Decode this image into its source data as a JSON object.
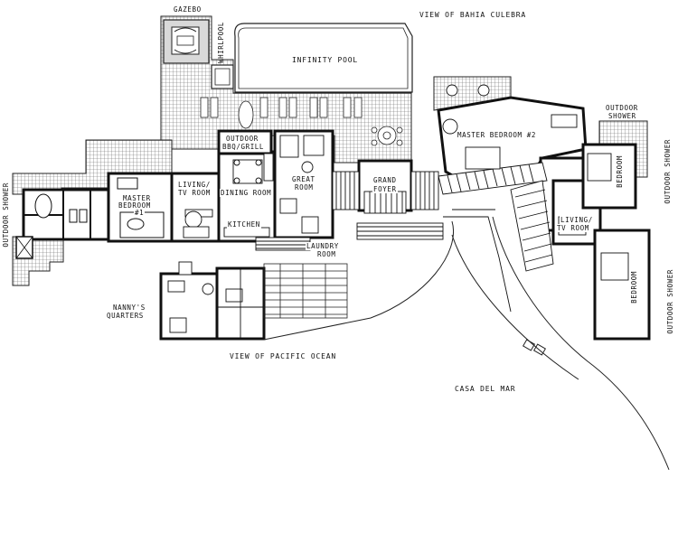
{
  "labels": {
    "gazebo": "GAZEBO",
    "whirlpool": "WHIRLPOOL",
    "view_bahia": "VIEW OF BAHIA CULEBRA",
    "infinity_pool": "INFINITY POOL",
    "outdoor_bbq_1": "OUTDOOR",
    "outdoor_bbq_2": "BBQ/GRILL",
    "living_tv_left_1": "LIVING/",
    "living_tv_left_2": "TV ROOM",
    "dining_room": "DINING ROOM",
    "great_room_1": "GREAT",
    "great_room_2": "ROOM",
    "grand_foyer_1": "GRAND",
    "grand_foyer_2": "FOYER",
    "master_bedroom_1_a": "MASTER",
    "master_bedroom_1_b": "BEDROOM",
    "master_bedroom_1_c": "#1",
    "kitchen": "KITCHEN",
    "laundry_1": "LAUNDRY",
    "laundry_2": "ROOM",
    "outdoor_shower_left": "OUTDOOR SHOWER",
    "master_bedroom_2": "MASTER BEDROOM #2",
    "outdoor_shower_top_1": "OUTDOOR",
    "outdoor_shower_top_2": "SHOWER",
    "outdoor_shower_right_top": "OUTDOOR SHOWER",
    "bedroom_right_top": "BEDROOM",
    "living_tv_right_1": "LIVING/",
    "living_tv_right_2": "TV ROOM",
    "bedroom_right_bottom": "BEDROOM",
    "outdoor_shower_right_bottom": "OUTDOOR SHOWER",
    "nannys_1": "NANNY'S",
    "nannys_2": "QUARTERS",
    "view_pacific": "VIEW OF PACIFIC OCEAN",
    "casa_del_mar": "CASA DEL MAR"
  }
}
